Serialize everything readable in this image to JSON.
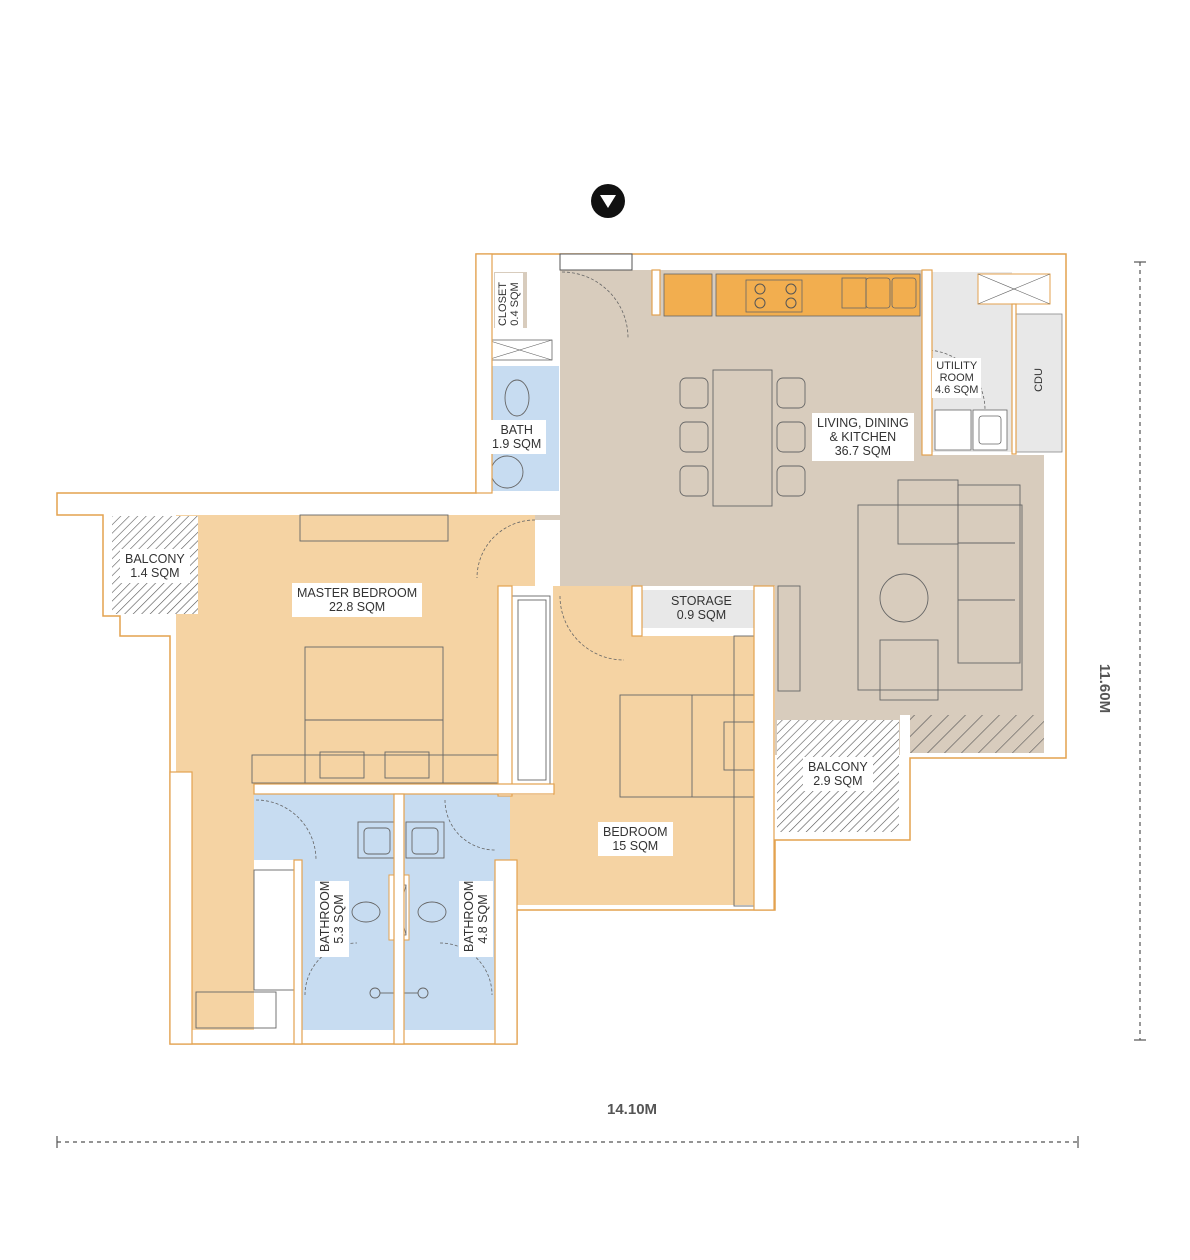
{
  "colors": {
    "wall": "#ffffff",
    "wall_outline": "#e3a24f",
    "bedroom_fill": "#f5d3a3",
    "living_fill": "#d8ccbd",
    "wet_fill": "#c7dcf1",
    "utility_fill": "#e8e8e8",
    "kitchen_counter": "#f2ae4f",
    "line": "#666666"
  },
  "entry_icon": "entrance-arrow-icon",
  "rooms": {
    "closet": {
      "name": "CLOSET",
      "area": "0.4 SQM"
    },
    "bath": {
      "name": "BATH",
      "area": "1.9 SQM"
    },
    "utility": {
      "name": "UTILITY",
      "name2": "ROOM",
      "area": "4.6 SQM"
    },
    "cdu": {
      "name": "CDU"
    },
    "living": {
      "name": "LIVING, DINING",
      "name2": "& KITCHEN",
      "area": "36.7 SQM"
    },
    "balcony_left": {
      "name": "BALCONY",
      "area": "1.4 SQM"
    },
    "master": {
      "name": "MASTER BEDROOM",
      "area": "22.8 SQM"
    },
    "storage": {
      "name": "STORAGE",
      "area": "0.9 SQM"
    },
    "balcony_right": {
      "name": "BALCONY",
      "area": "2.9 SQM"
    },
    "bedroom": {
      "name": "BEDROOM",
      "area": "15 SQM"
    },
    "bathroom1": {
      "name": "BATHROOM",
      "area": "5.3 SQM"
    },
    "bathroom2": {
      "name": "BATHROOM",
      "area": "4.8 SQM"
    }
  },
  "dimensions": {
    "width": "14.10M",
    "height": "11.60M"
  }
}
